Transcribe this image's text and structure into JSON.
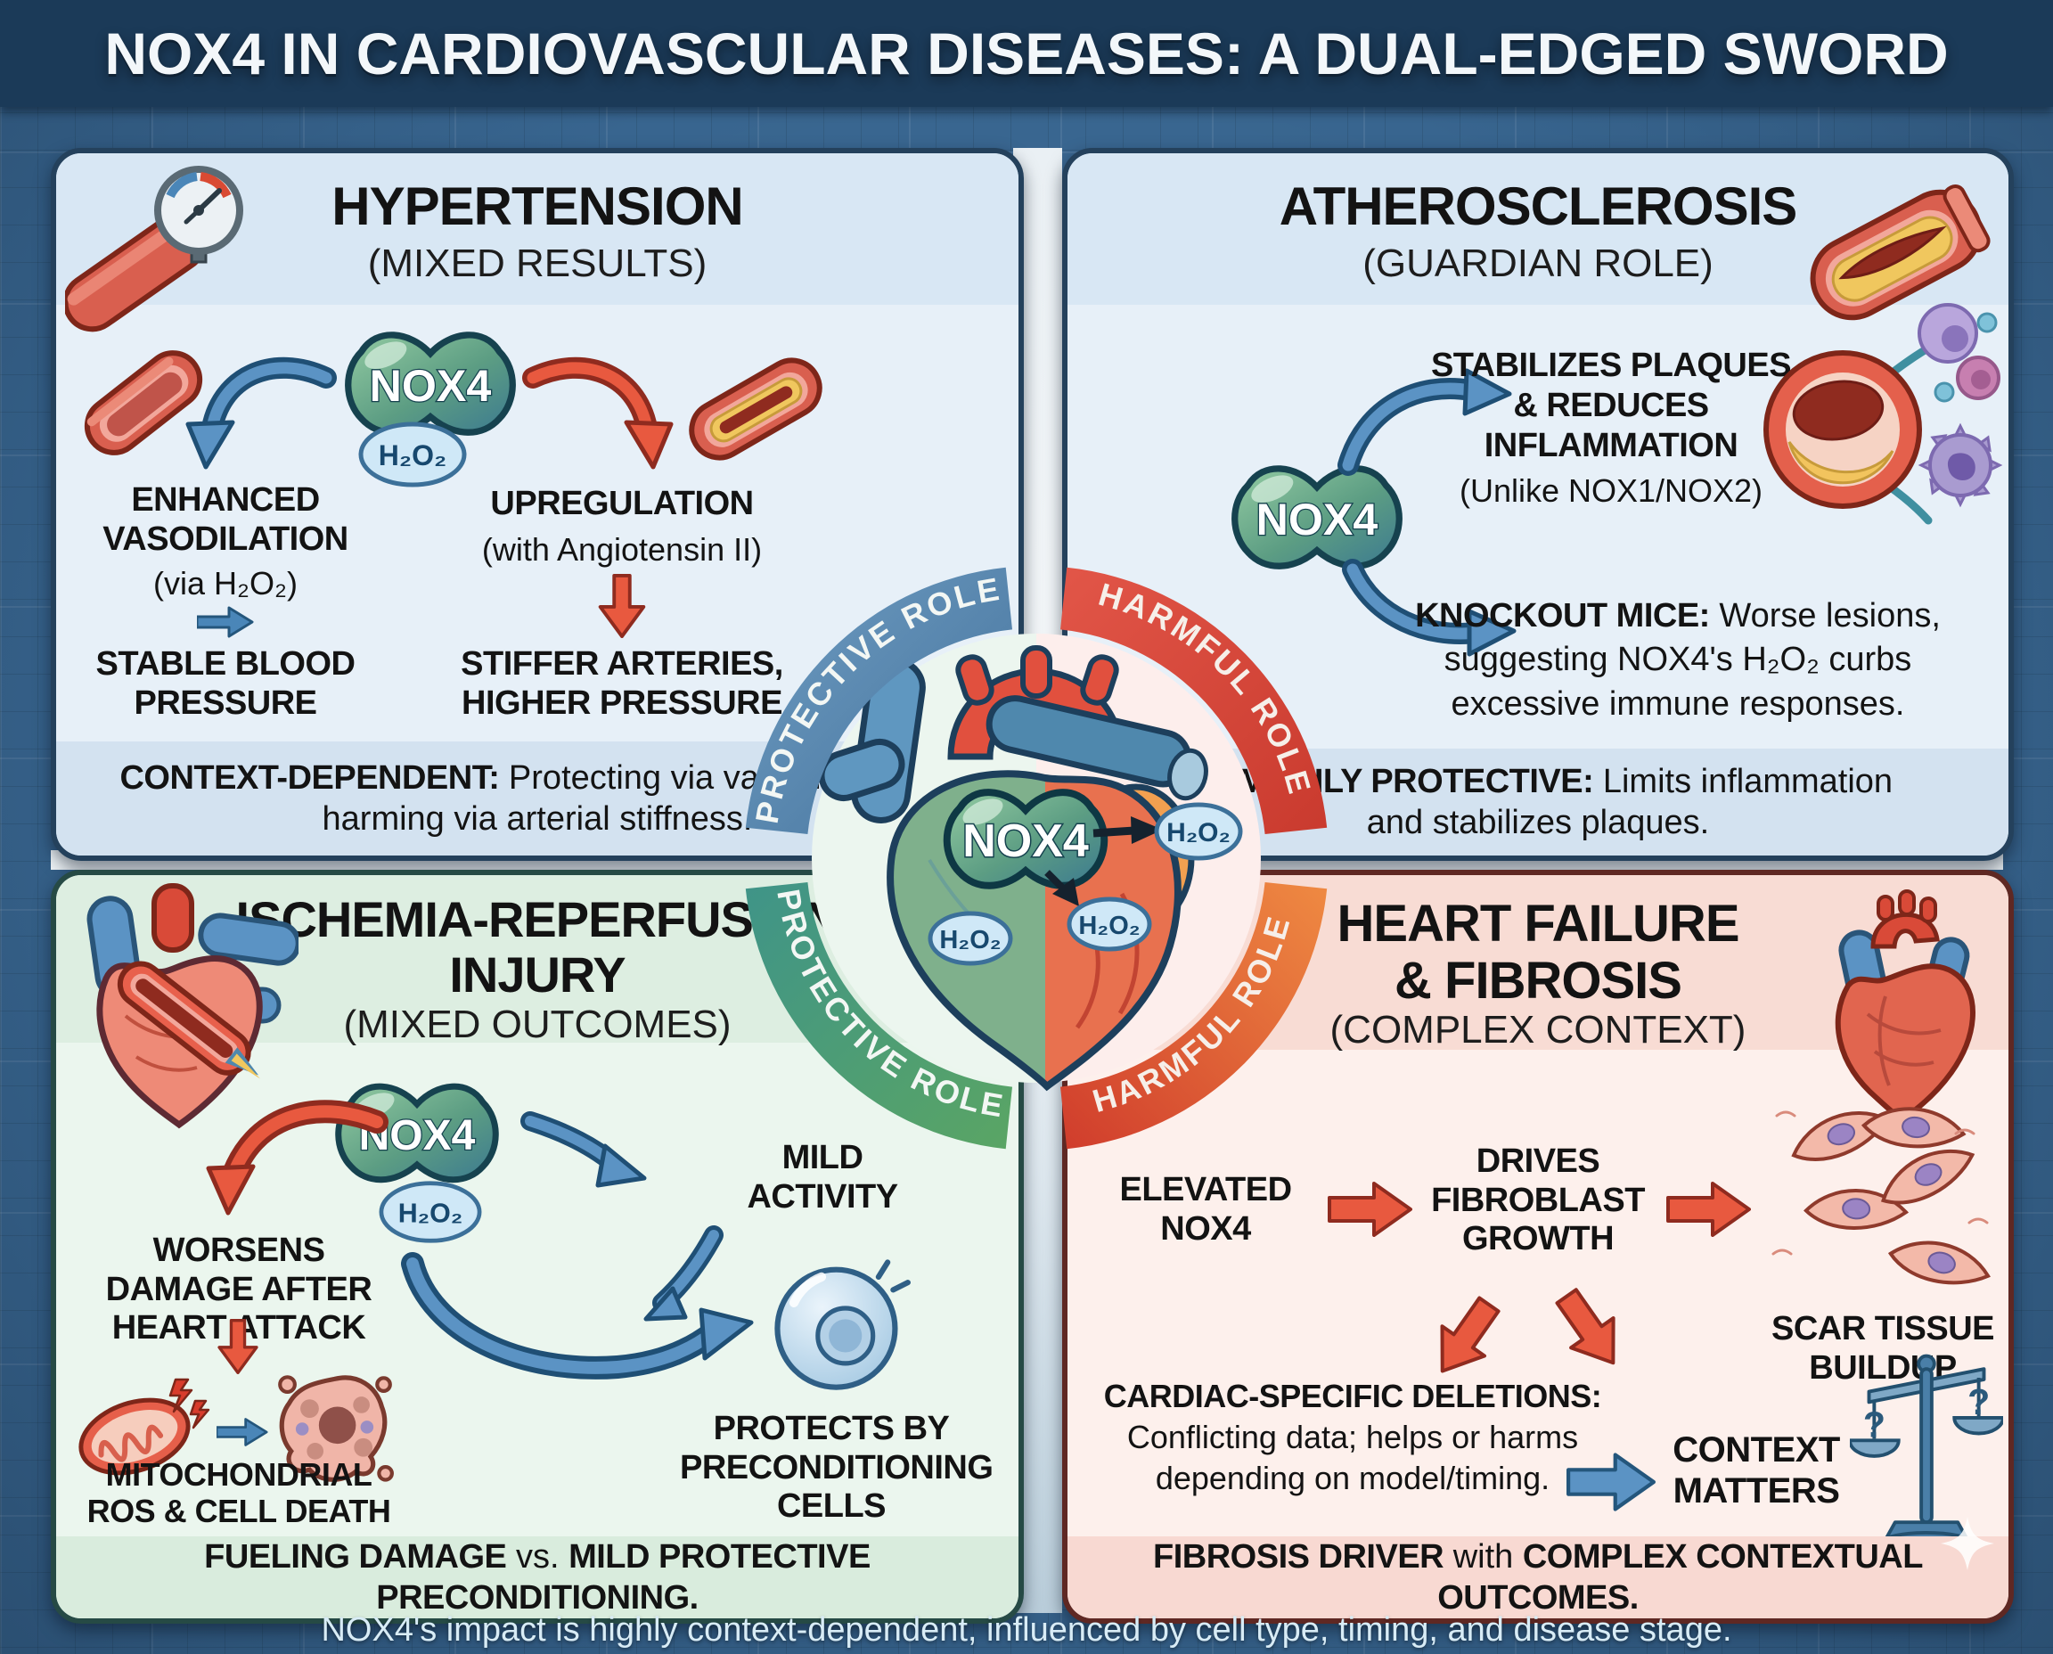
{
  "header": {
    "title": "NOX4 IN CARDIOVASCULAR DISEASES: A DUAL-EDGED SWORD"
  },
  "center": {
    "ring": {
      "top_left": "PROTECTIVE ROLE",
      "top_right": "HARMFUL ROLE",
      "bottom_left": "PROTECTIVE ROLE",
      "bottom_right": "HARMFUL ROLE"
    },
    "nox4": "NOX4",
    "h2o2_right": "H₂O₂",
    "h2o2_mid": "H₂O₂",
    "h2o2_left": "H₂O₂"
  },
  "panels": {
    "hypertension": {
      "title": "HYPERTENSION",
      "subtitle": "(MIXED RESULTS)",
      "nox4": "NOX4",
      "h2o2": "H₂O₂",
      "left": {
        "heading": "ENHANCED VASODILATION",
        "sub": "(via H₂O₂)",
        "result": "STABLE BLOOD PRESSURE"
      },
      "right": {
        "heading": "UPREGULATION",
        "sub": "(with Angiotensin II)",
        "result": "STIFFER ARTERIES, HIGHER PRESSURE"
      },
      "footer": {
        "strong": "CONTEXT-DEPENDENT:",
        "rest": " Protecting via vasodilation vs. harming via arterial stiffness."
      }
    },
    "atherosclerosis": {
      "title": "ATHEROSCLEROSIS",
      "subtitle": "(GUARDIAN ROLE)",
      "nox4": "NOX4",
      "point1": {
        "heading": "STABILIZES PLAQUES & REDUCES INFLAMMATION",
        "sub": "(Unlike NOX1/NOX2)"
      },
      "point2": {
        "strong": "KNOCKOUT MICE:",
        "rest": " Worse lesions, suggesting NOX4's H₂O₂ curbs excessive immune responses."
      },
      "footer": {
        "strong": "PRIMARILY PROTECTIVE:",
        "rest": " Limits inflammation and stabilizes plaques."
      }
    },
    "ischemia": {
      "title_line1": "ISCHEMIA-REPERFUSION",
      "title_line2": "INJURY",
      "subtitle": "(MIXED OUTCOMES)",
      "nox4": "NOX4",
      "h2o2": "H₂O₂",
      "left": {
        "heading": "WORSENS DAMAGE AFTER HEART ATTACK",
        "result": "MITOCHONDRIAL ROS & CELL DEATH"
      },
      "right": {
        "heading": "MILD ACTIVITY",
        "result": "PROTECTS BY PRECONDITIONING CELLS"
      },
      "footer": {
        "strong1": "FUELING DAMAGE",
        "mid": " vs. ",
        "strong2": "MILD PROTECTIVE PRECONDITIONING."
      }
    },
    "heart_failure": {
      "title_line1": "HEART FAILURE",
      "title_line2": "& FIBROSIS",
      "subtitle": "(COMPLEX CONTEXT)",
      "flow": {
        "step1": "ELEVATED NOX4",
        "step2": "DRIVES FIBROBLAST GROWTH",
        "step3": "SCAR TISSUE BUILDUP"
      },
      "deletions": {
        "strong": "CARDIAC-SPECIFIC DELETIONS:",
        "rest": " Conflicting data; helps or harms depending on model/timing."
      },
      "context": "CONTEXT MATTERS",
      "scales": {
        "q_left": "?",
        "q_right": "?"
      },
      "footer": {
        "strong1": "FIBROSIS DRIVER",
        "mid": " with ",
        "strong2": "COMPLEX CONTEXTUAL OUTCOMES."
      }
    }
  },
  "footer": {
    "note": "NOX4's impact is highly context-dependent, influenced by cell type, timing, and disease stage."
  },
  "colors": {
    "page_bg": "#38658f",
    "header_bg": "#1b3a58",
    "panel_blue": "#e7f0f8",
    "panel_blue_strip": "#d8e7f4",
    "panel_green": "#ebf6ee",
    "panel_green_strip": "#ddeee1",
    "panel_pink": "#fdf0ec",
    "panel_pink_strip": "#f8dcd4",
    "ring_protective_top": "#4c7ea8",
    "ring_harmful_top": "#d6453a",
    "ring_protective_bottom": "#4f9a74",
    "ring_harmful_bottom": "#dd5c33",
    "arrow_blue": "#5b93c4",
    "arrow_red": "#e8593f",
    "nox4_green": "#5c9d83",
    "h2o2_blue": "#cfe8f7",
    "text_dark": "#131313"
  }
}
